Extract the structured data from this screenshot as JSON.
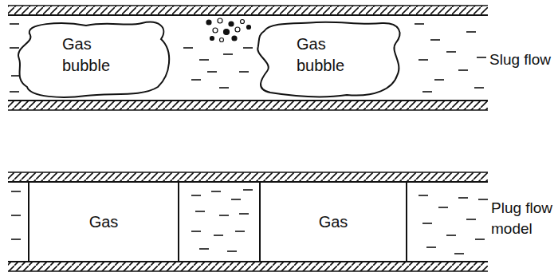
{
  "diagram": {
    "nodes": [
      {
        "text": [
          "Gas bubble"
        ]
      },
      {
        "text": [
          "Gas bubble"
        ]
      },
      {
        "text": [
          "Gas"
        ]
      },
      {
        "text": [
          "Gas"
        ]
      }
    ],
    "labels": [
      "Slug flow",
      "Plug flow model"
    ]
  }
}
